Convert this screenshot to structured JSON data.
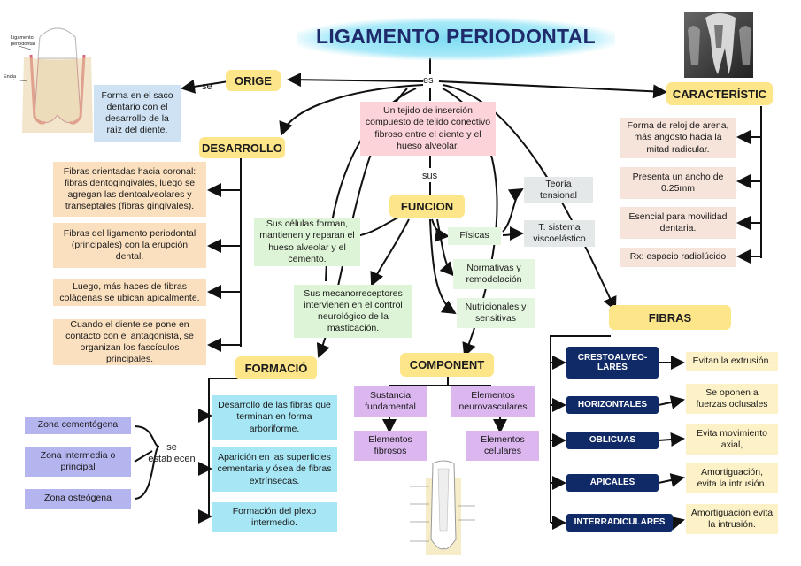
{
  "title": "LIGAMENTO PERIODONTAL",
  "images": {
    "tooth_diagram_labels": [
      "Ligamento periodontal",
      "Encía"
    ]
  },
  "connectors": {
    "es": "es",
    "se": "se",
    "sus": "sus",
    "se_establecen": "se establecen"
  },
  "headers": {
    "origen": "ORIGE",
    "desarrollo": "DESARROLLO",
    "funcion": "FUNCION",
    "formacion": "FORMACIÓ",
    "component": "COMPONENT",
    "caracteristicas": "CARACTERÍSTIC",
    "fibras": "FIBRAS"
  },
  "definition": "Un tejido de inserción compuesto de tejido conectivo fibroso entre el diente y el hueso alveolar.",
  "origen_text": "Forma en el saco dentario con el desarrollo de la raíz del diente.",
  "desarrollo_items": [
    "Fibras orientadas hacia coronal: fibras dentogingivales, luego se agregan las dentoalveolares y transeptales (fibras gingivales).",
    "Fibras del ligamento periodontal (principales) con la erupción dental.",
    "Luego, más haces de fibras colágenas se ubican apicalmente.",
    "Cuando el diente se pone en contacto con el antagonista, se organizan los fascículos principales."
  ],
  "funcion": {
    "celulas": "Sus células forman, mantienen y reparan el hueso alveolar y el cemento.",
    "mecano": "Sus mecanorreceptores intervienen en el control neurológico de la masticación.",
    "fisicas": "Físicas",
    "normativas": "Normativas y remodelación",
    "nutricionales": "Nutricionales y sensitivas",
    "teoria": "Teoría tensional",
    "sistema": "T. sistema viscoelástico"
  },
  "formacion_items": [
    "Desarrollo de las fibras que terminan en forma arboriforme.",
    "Aparición en las superficies cementaria y ósea de fibras extrínsecas.",
    "Formación del plexo intermedio."
  ],
  "zonas": [
    "Zona cementógena",
    "Zona intermedia o principal",
    "Zona osteógena"
  ],
  "component": {
    "sustancia": "Sustancia fundamental",
    "neurovasculares": "Elementos neurovasculares",
    "fibrosos": "Elementos fibrosos",
    "celulares": "Elementos celulares"
  },
  "caracteristicas_items": [
    "Forma de reloj de arena, más angosto hacia la mitad radicular.",
    "Presenta un ancho de 0.25mm",
    "Esencial para movilidad dentaria.",
    "Rx: espacio radiolúcido"
  ],
  "fibras_types": [
    {
      "name": "CRESTOALVEO-LARES",
      "desc": "Evitan la extrusión."
    },
    {
      "name": "HORIZONTALES",
      "desc": "Se oponen a fuerzas oclusales"
    },
    {
      "name": "OBLICUAS",
      "desc": "Evita movimiento axial,"
    },
    {
      "name": "APICALES",
      "desc": "Amortiguación, evita la intrusión."
    },
    {
      "name": "INTERRADICULARES",
      "desc": "Amortiguación evita la intrusión."
    }
  ]
}
